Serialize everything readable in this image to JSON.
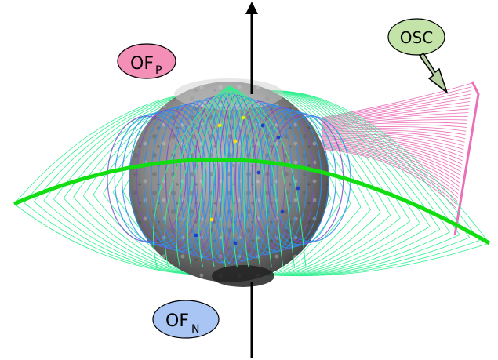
{
  "labels": {
    "ofp": {
      "main": "OF",
      "sub": "P"
    },
    "ofn": {
      "main": "OF",
      "sub": "N"
    },
    "osc": {
      "main": "OSC"
    }
  },
  "colors": {
    "ofp_bubble": "#f48fb7",
    "ofn_bubble": "#a9c5f3",
    "osc_bubble": "#c3e3a8",
    "open_field_lines": "#2ff08f",
    "closed_field_lines": "#2e8ef0",
    "pink_lines": "#ea6fb8",
    "purple_lines": "#7d4fd0",
    "current_sheet": "#11dd11",
    "axis": "#000000"
  }
}
